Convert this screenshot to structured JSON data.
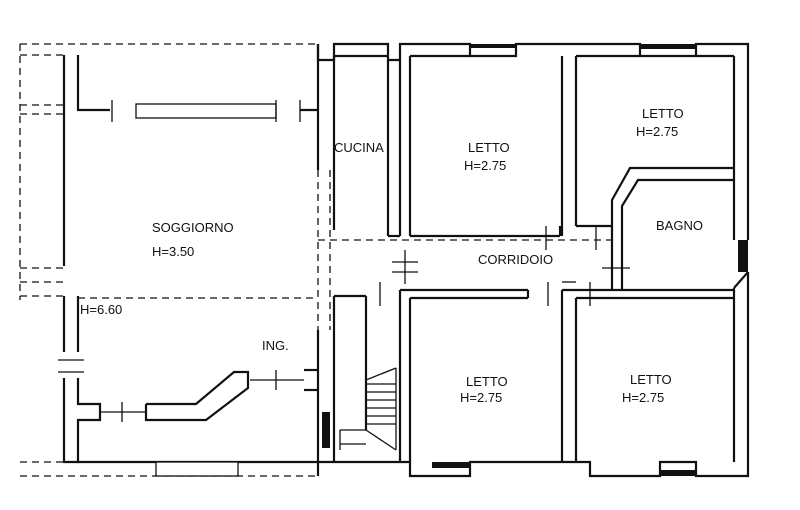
{
  "rooms": {
    "soggiorno": {
      "name": "SOGGIORNO",
      "height": "H=3.50"
    },
    "cucina": {
      "name": "CUCINA"
    },
    "letto_1": {
      "name": "LETTO",
      "height": "H=2.75"
    },
    "letto_2": {
      "name": "LETTO",
      "height": "H=2.75"
    },
    "bagno": {
      "name": "BAGNO"
    },
    "corridoio": {
      "name": "CORRIDOIO"
    },
    "letto_3": {
      "name": "LETTO",
      "height": "H=2.75"
    },
    "letto_4": {
      "name": "LETTO",
      "height": "H=2.75"
    },
    "ingresso": {
      "name": "ING."
    },
    "ceiling_note": {
      "text": "H=6.60"
    }
  }
}
